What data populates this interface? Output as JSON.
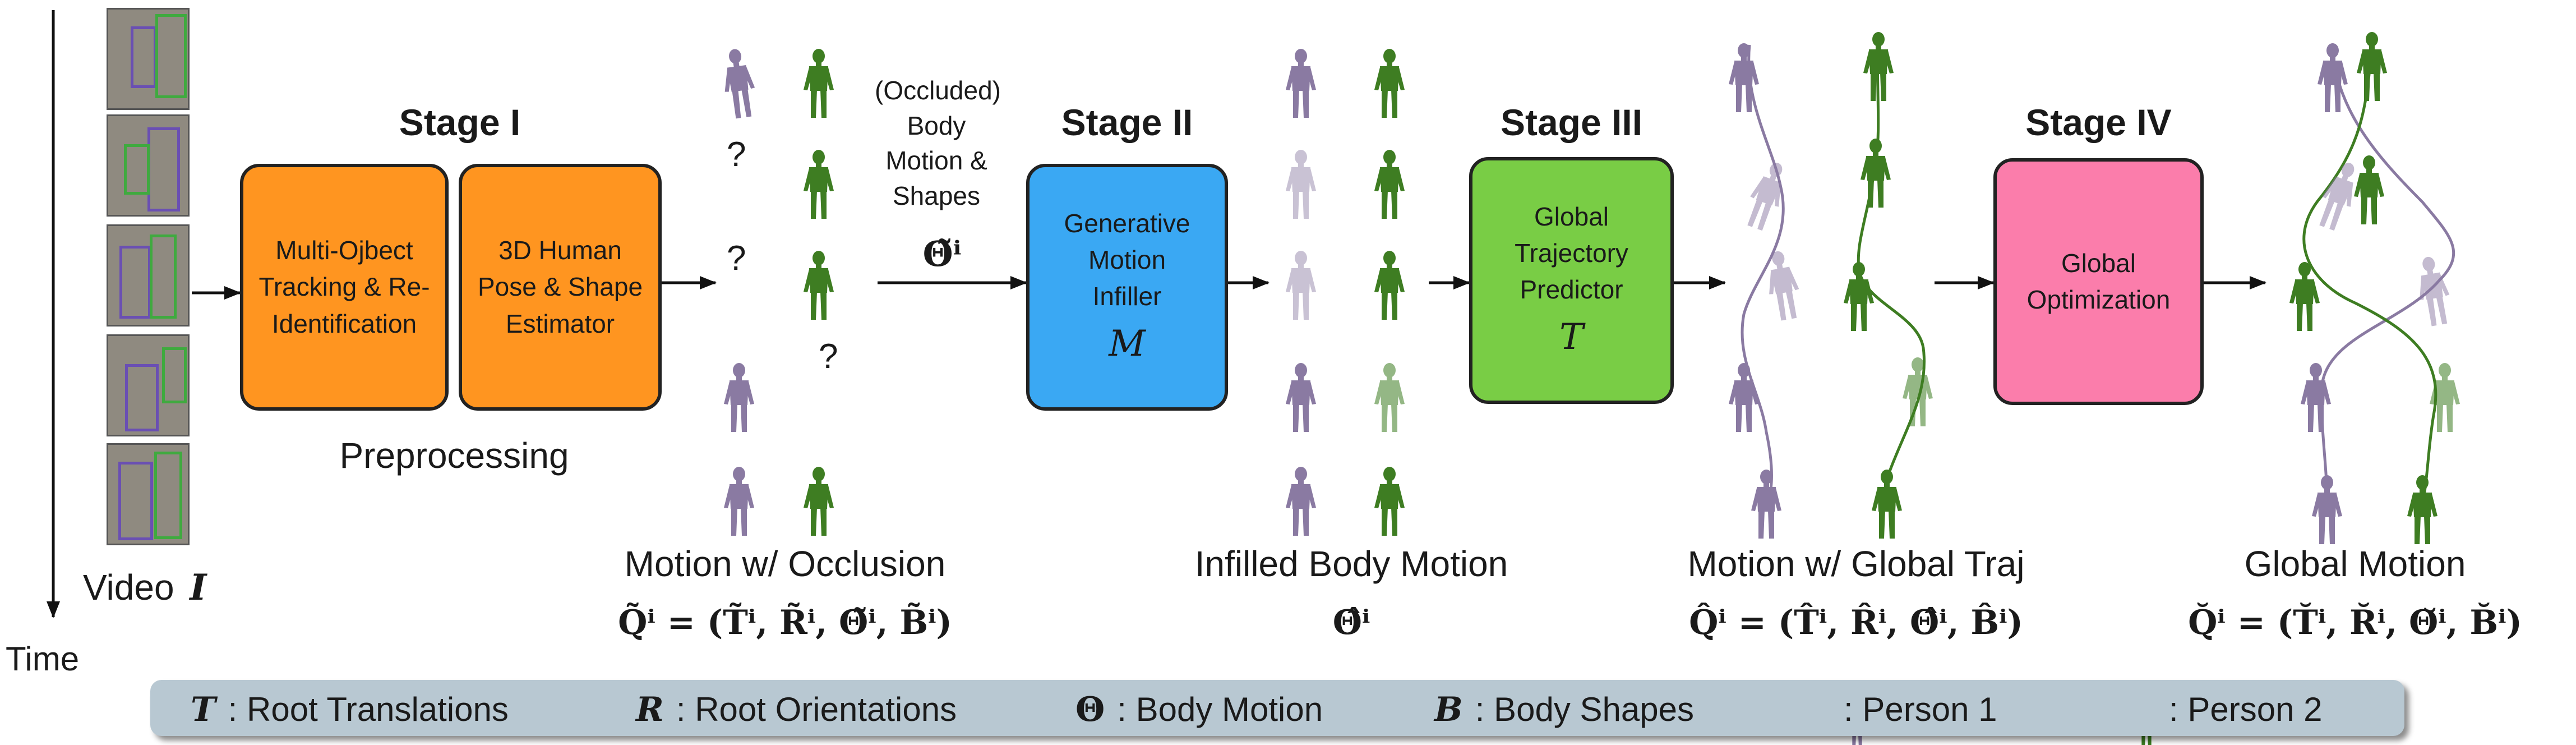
{
  "time_axis": {
    "video_label": "Video",
    "video_symbol": "I",
    "time_label": "Time"
  },
  "stages": [
    {
      "title": "Stage I",
      "box_left": "Multi-Ojbect Tracking & Re-Identification",
      "box_right": "3D Human Pose & Shape Estimator",
      "subcaption": "Preprocessing",
      "color": "#ff9520"
    },
    {
      "title": "Stage II",
      "box": "Generative Motion Infiller",
      "symbol": "M",
      "color": "#3aa8f3"
    },
    {
      "title": "Stage III",
      "box": "Global Trajectory Predictor",
      "symbol": "T",
      "color": "#79cd45"
    },
    {
      "title": "Stage IV",
      "box": "Global Optimization",
      "color": "#fb7dab"
    }
  ],
  "occluded_label": "(Occluded) Body Motion & Shapes",
  "occluded_symbol": "Θ̃ⁱ",
  "question_mark": "?",
  "captions": [
    {
      "title": "Motion w/ Occlusion",
      "formula": "Q̃ⁱ = (T̃ⁱ, R̃ⁱ, Θ̃ⁱ, B̃ⁱ)"
    },
    {
      "title": "Infilled Body Motion",
      "formula": "Θ̂ⁱ"
    },
    {
      "title": "Motion w/ Global Traj",
      "formula": "Q̂ⁱ = (T̂ⁱ, R̂ⁱ, Θ̂ⁱ, B̂ⁱ)"
    },
    {
      "title": "Global Motion",
      "formula": "Q̆ⁱ = (T̆ⁱ, R̆ⁱ, Θ̆ⁱ, B̆ⁱ)"
    }
  ],
  "legend": [
    {
      "symbol": "T",
      "label": ": Root Translations"
    },
    {
      "symbol": "R",
      "label": ": Root Orientations"
    },
    {
      "symbol": "Θ",
      "label": ": Body Motion"
    },
    {
      "symbol": "B",
      "label": ": Body Shapes"
    },
    {
      "symbol": "",
      "label": ": Person 1",
      "icon": "person-1-icon",
      "color": "#8a7aa2"
    },
    {
      "symbol": "",
      "label": ": Person 2",
      "icon": "person-2-icon",
      "color": "#3e7d22"
    }
  ],
  "colors": {
    "person1": "#8a7aa2",
    "person2": "#3e7d22",
    "arrow": "#111111"
  }
}
